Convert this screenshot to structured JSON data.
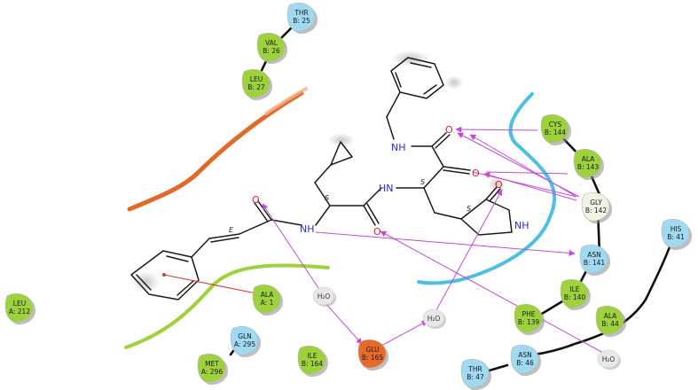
{
  "colors": {
    "hydrophobic": "#9ed23c",
    "polar": "#9fd9f2",
    "glycine": "#f0f2e2",
    "negative": "#e86a2a",
    "water": "#e8e8e8",
    "hbond": "#c44ad8",
    "pi": "#e23030",
    "bond": "#1a1a1a",
    "oxygen": "#e02020",
    "nitrogen": "#2b2bd6",
    "pocket_orange": "#e0621c",
    "pocket_green": "#8fc93a",
    "pocket_blue": "#4bc0e4"
  },
  "atoms": {
    "nh_benzyl": "NH",
    "nh_middle": "HN",
    "nh_cinnamoyl": "NH",
    "nh_ring": "NH",
    "o": "O",
    "stereo_s": "S",
    "stereo_e": "E"
  },
  "residues": [
    {
      "id": "thr25",
      "name": "THR",
      "num": "B: 25"
    },
    {
      "id": "val26",
      "name": "VAL",
      "num": "B: 26"
    },
    {
      "id": "leu27",
      "name": "LEU",
      "num": "B: 27"
    },
    {
      "id": "cys144",
      "name": "CYS",
      "num": "B: 144"
    },
    {
      "id": "ala143",
      "name": "ALA",
      "num": "B: 143"
    },
    {
      "id": "gly142",
      "name": "GLY",
      "num": "B: 142"
    },
    {
      "id": "his41",
      "name": "HIS",
      "num": "B: 41"
    },
    {
      "id": "asn141",
      "name": "ASN",
      "num": "B: 141"
    },
    {
      "id": "ile140",
      "name": "ILE",
      "num": "B: 140"
    },
    {
      "id": "phe139",
      "name": "PHE",
      "num": "B: 139"
    },
    {
      "id": "ala44",
      "name": "ALA",
      "num": "B: 44"
    },
    {
      "id": "asn46",
      "name": "ASN",
      "num": "B: 46"
    },
    {
      "id": "thr47",
      "name": "THR",
      "num": "B: 47"
    },
    {
      "id": "leu212",
      "name": "LEU",
      "num": "A: 212"
    },
    {
      "id": "ala1",
      "name": "ALA",
      "num": "A: 1"
    },
    {
      "id": "gln295",
      "name": "GLN",
      "num": "A: 295"
    },
    {
      "id": "met296",
      "name": "MET",
      "num": "A: 296"
    },
    {
      "id": "ile164",
      "name": "ILE",
      "num": "B: 164"
    },
    {
      "id": "glu165",
      "name": "GLU",
      "num": "B: 165"
    }
  ],
  "waters": {
    "label": "H₂O"
  }
}
